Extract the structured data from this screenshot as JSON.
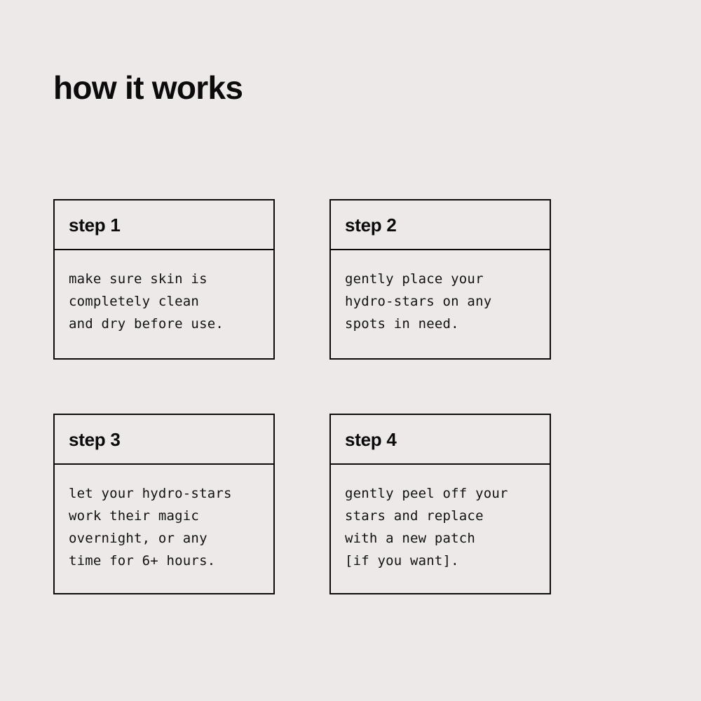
{
  "page": {
    "background_color": "#ede9e9",
    "ink_color": "#0b0b0b",
    "title": "how it works"
  },
  "steps": [
    {
      "title": "step 1",
      "text": "make sure skin is\ncompletely clean\nand dry before use."
    },
    {
      "title": "step 2",
      "text": "gently place your\nhydro-stars on any\nspots in need."
    },
    {
      "title": "step 3",
      "text": "let your hydro-stars\nwork their magic\novernight, or any\ntime for 6+ hours."
    },
    {
      "title": "step 4",
      "text": "gently peel off your\nstars and replace\nwith a new patch\n[if you want]."
    }
  ]
}
